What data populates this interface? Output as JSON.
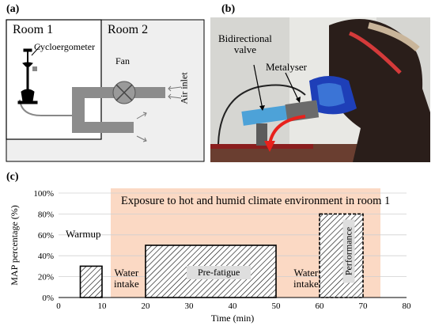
{
  "panel_a": {
    "label": "(a)",
    "room1": "Room 1",
    "room2": "Room 2",
    "cycle": "Cycloergometer",
    "fan": "Fan",
    "air_inlet": "Air inlet"
  },
  "panel_b": {
    "label": "(b)",
    "valve_line1": "Bidirectional",
    "valve_line2": "valve",
    "metalyser": "Metalyser"
  },
  "panel_c": {
    "label": "(c)",
    "exposure": "Exposure to hot and humid climate environment in room 1",
    "warmup": "Warmup",
    "water1_l1": "Water",
    "water1_l2": "intake",
    "prefatigue": "Pre-fatigue",
    "water2_l1": "Water",
    "water2_l2": "intake",
    "performance": "Performance"
  },
  "chart_data": {
    "type": "bar",
    "xlabel": "Time (min)",
    "ylabel": "MAP percentage (%)",
    "xlim": [
      0,
      80
    ],
    "ylim": [
      0,
      100
    ],
    "x_ticks": [
      "0",
      "10",
      "20",
      "30",
      "40",
      "50",
      "60",
      "70",
      "80"
    ],
    "y_ticks": [
      "0%",
      "20%",
      "40%",
      "60%",
      "80%",
      "100%"
    ],
    "shaded_region": {
      "x_start": 12,
      "x_end": 74,
      "color": "#fbd9c4"
    },
    "bars": [
      {
        "start": 5,
        "end": 10,
        "value": 30,
        "style": "solid"
      },
      {
        "start": 20,
        "end": 50,
        "value": 50,
        "style": "solid"
      },
      {
        "start": 60,
        "end": 70,
        "value": 80,
        "style": "dashed"
      }
    ]
  }
}
